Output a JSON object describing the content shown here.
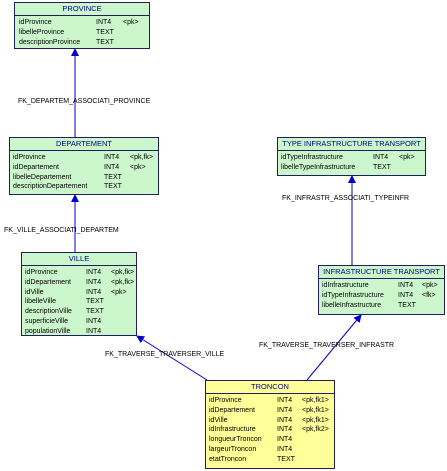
{
  "entities": {
    "province": {
      "title": "PROVINCE",
      "attributes": [
        {
          "name": "idProvince",
          "type": "INT4",
          "key": "<pk>"
        },
        {
          "name": "libelleProvince",
          "type": "TEXT",
          "key": ""
        },
        {
          "name": "descriptionProvince",
          "type": "TEXT",
          "key": ""
        }
      ]
    },
    "departement": {
      "title": "DEPARTEMENT",
      "attributes": [
        {
          "name": "idProvince",
          "type": "INT4",
          "key": "<pk,fk>"
        },
        {
          "name": "idDepartement",
          "type": "INT4",
          "key": "<pk>"
        },
        {
          "name": "libelleDepartement",
          "type": "TEXT",
          "key": ""
        },
        {
          "name": "descriptionDepartement",
          "type": "TEXT",
          "key": ""
        }
      ]
    },
    "ville": {
      "title": "VILLE",
      "attributes": [
        {
          "name": "idProvince",
          "type": "INT4",
          "key": "<pk,fk>"
        },
        {
          "name": "idDepartement",
          "type": "INT4",
          "key": "<pk,fk>"
        },
        {
          "name": "idVille",
          "type": "INT4",
          "key": "<pk>"
        },
        {
          "name": "libelleVille",
          "type": "TEXT",
          "key": ""
        },
        {
          "name": "descriptionVille",
          "type": "TEXT",
          "key": ""
        },
        {
          "name": "superficieVille",
          "type": "INT4",
          "key": ""
        },
        {
          "name": "populationVille",
          "type": "INT4",
          "key": ""
        }
      ]
    },
    "type_infra": {
      "title": "TYPE INFRASTRUCTURE TRANSPORT",
      "attributes": [
        {
          "name": "idTypeInfrastructure",
          "type": "INT4",
          "key": "<pk>"
        },
        {
          "name": "libelleTypeInfrastructure",
          "type": "TEXT",
          "key": ""
        }
      ]
    },
    "infra": {
      "title": "INFRASTRUCTURE TRANSPORT",
      "attributes": [
        {
          "name": "idInfrastructure",
          "type": "INT4",
          "key": "<pk>"
        },
        {
          "name": "idTypeInfrastructure",
          "type": "INT4",
          "key": "<fk>"
        },
        {
          "name": "libelleInfrastructure",
          "type": "TEXT",
          "key": ""
        }
      ]
    },
    "troncon": {
      "title": "TRONCON",
      "attributes": [
        {
          "name": "idProvince",
          "type": "INT4",
          "key": "<pk,fk1>"
        },
        {
          "name": "idDepartement",
          "type": "INT4",
          "key": "<pk,fk1>"
        },
        {
          "name": "idVille",
          "type": "INT4",
          "key": "<pk,fk1>"
        },
        {
          "name": "idInfrastructure",
          "type": "INT4",
          "key": "<pk,fk2>"
        },
        {
          "name": "longueurTroncon",
          "type": "INT4",
          "key": ""
        },
        {
          "name": "largeurTroncon",
          "type": "INT4",
          "key": ""
        },
        {
          "name": "etatTroncon",
          "type": "TEXT",
          "key": ""
        }
      ]
    }
  },
  "relations": {
    "dep_prov": "FK_DEPARTEM_ASSOCIATI_PROVINCE",
    "ville_dep": "FK_VILLE_ASSOCIATI_DEPARTEM",
    "infra_type": "FK_INFRASTR_ASSOCIATI_TYPEINFR",
    "tr_ville": "FK_TRAVERSE_TRAVERSER_VILLE",
    "tr_infra": "FK_TRAVERSE_TRAVERSER_INFRASTR"
  },
  "colors": {
    "entity_fill": "#ccf7cc",
    "highlight_fill": "#ffff99",
    "border": "#1f1f5e",
    "line": "#0000cc",
    "title_text": "#000080"
  }
}
